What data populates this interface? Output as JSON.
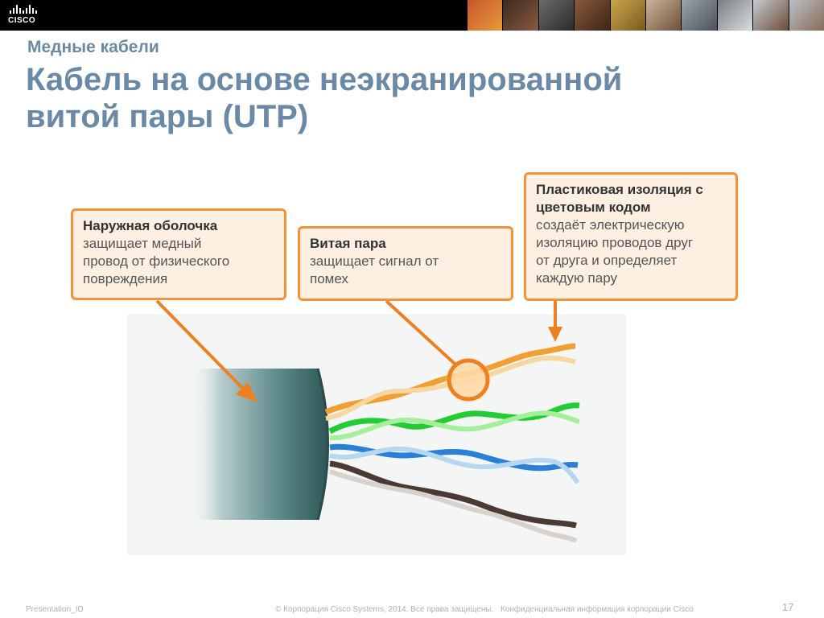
{
  "header": {
    "logo_text": "CISCO"
  },
  "slide": {
    "subtitle": "Медные кабели",
    "title_line1": "Кабель на основе неэкранированной",
    "title_line2": "витой пары (UTP)"
  },
  "callouts": {
    "jacket": {
      "heading": "Наружная оболочка",
      "body_line1": "защищает медный",
      "body_line2": "провод от физического",
      "body_line3": "повреждения"
    },
    "twisted_pair": {
      "heading": "Витая пара",
      "body_line1": "защищает сигнал от",
      "body_line2": "помех"
    },
    "insulation": {
      "heading_line1": "Пластиковая изоляция с",
      "heading_line2": "цветовым кодом",
      "body_line1": "создаёт электрическую",
      "body_line2": "изоляцию проводов друг",
      "body_line3": "от друга и определяет",
      "body_line4": "каждую пару"
    }
  },
  "footer": {
    "presentation_id": "Presentation_ID",
    "copyright": "© Корпорация Cisco Systems, 2014. Все права защищены.",
    "confidential": "Конфиденциальная информация корпорации Cisco",
    "page_number": "17"
  },
  "colors": {
    "title": "#6a89a6",
    "callout_border": "#f2923b",
    "callout_fill": "#fdf0e2",
    "wire_orange": "#f0a030",
    "wire_green": "#22cc33",
    "wire_blue": "#2a7fd6",
    "wire_brown": "#4a3a33",
    "jacket": "#3d6a6a"
  }
}
